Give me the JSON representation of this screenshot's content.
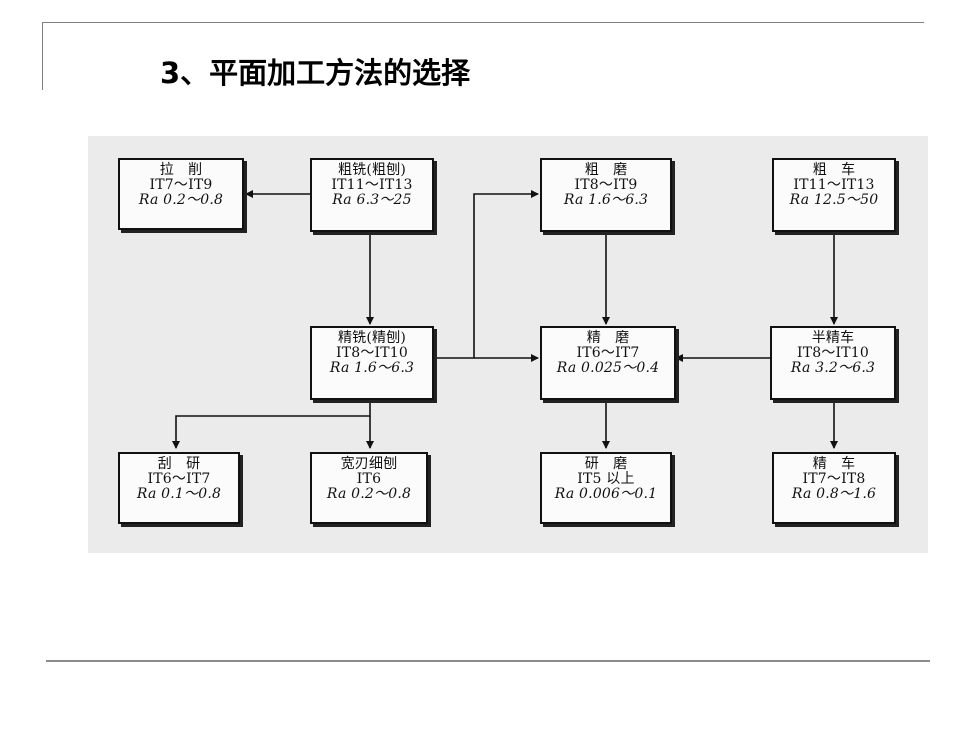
{
  "slide": {
    "title": "3、平面加工方法的选择"
  },
  "diagram": {
    "nodes": [
      {
        "id": "lapi",
        "name": "拉　削",
        "it": "IT7～IT9",
        "ra": "Ra 0.2～0.8"
      },
      {
        "id": "cuxi",
        "name": "粗铣(粗刨)",
        "it": "IT11～IT13",
        "ra": "Ra 6.3～25"
      },
      {
        "id": "cumo",
        "name": "粗　磨",
        "it": "IT8～IT9",
        "ra": "Ra 1.6～6.3"
      },
      {
        "id": "cuche",
        "name": "粗　车",
        "it": "IT11～IT13",
        "ra": "Ra 12.5～50"
      },
      {
        "id": "jingxi",
        "name": "精铣(精刨)",
        "it": "IT8～IT10",
        "ra": "Ra 1.6～6.3"
      },
      {
        "id": "jingmo",
        "name": "精　磨",
        "it": "IT6～IT7",
        "ra": "Ra 0.025～0.4"
      },
      {
        "id": "banjing",
        "name": "半精车",
        "it": "IT8～IT10",
        "ra": "Ra 3.2～6.3"
      },
      {
        "id": "guayan",
        "name": "刮　研",
        "it": "IT6～IT7",
        "ra": "Ra 0.1～0.8"
      },
      {
        "id": "kuanren",
        "name": "宽刃细刨",
        "it": "IT6",
        "ra": "Ra 0.2～0.8"
      },
      {
        "id": "yanmo",
        "name": "研　磨",
        "it": "IT5 以上",
        "ra": "Ra 0.006～0.1"
      },
      {
        "id": "jingche",
        "name": "精　车",
        "it": "IT7～IT8",
        "ra": "Ra 0.8～1.6"
      }
    ]
  }
}
